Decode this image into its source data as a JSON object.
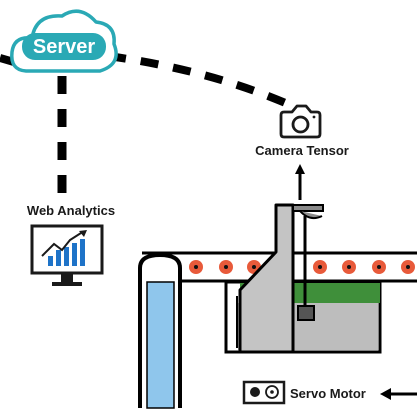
{
  "labels": {
    "server": "Server",
    "camera": "Camera Tensor",
    "web_analytics": "Web Analytics",
    "servo_motor": "Servo Motor"
  },
  "icons": {
    "server": "cloud-icon",
    "camera": "camera-icon",
    "web_analytics": "monitor-chart-icon",
    "servo_motor": "servo-motor-icon"
  },
  "colors": {
    "cloud": "#2aa9b5",
    "chart_blue": "#1e73c8",
    "roller_red": "#e85a3a",
    "tray_green": "#3f8f3a",
    "container_blue": "#8fc6ec",
    "machine_gray": "#bdbdbd",
    "line": "#000000"
  }
}
